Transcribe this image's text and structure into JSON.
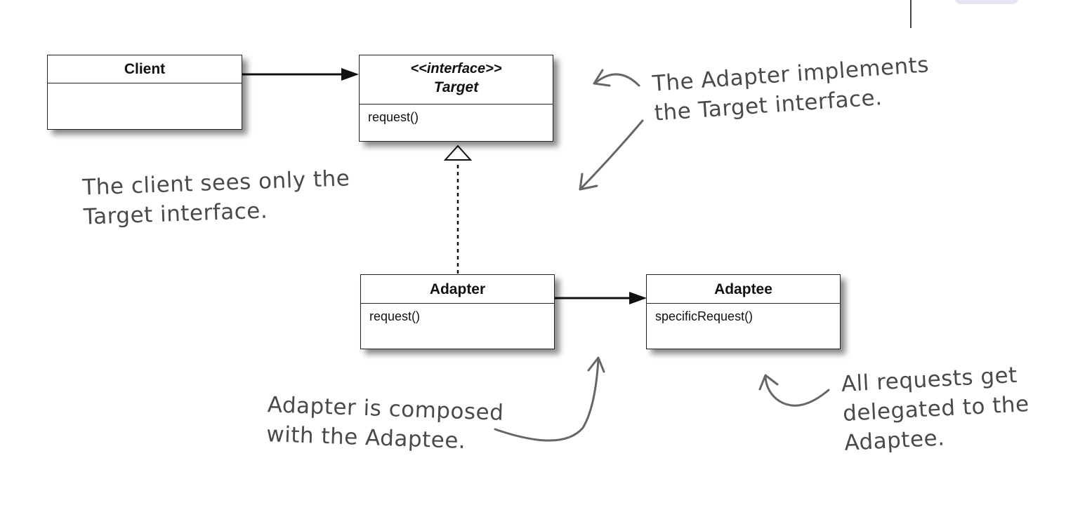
{
  "classes": {
    "client": {
      "name": "Client"
    },
    "target": {
      "stereotype": "<<interface>>",
      "name": "Target",
      "method": "request()"
    },
    "adapter": {
      "name": "Adapter",
      "method": "request()"
    },
    "adaptee": {
      "name": "Adaptee",
      "method": "specificRequest()"
    }
  },
  "notes": {
    "client_sees": [
      "The client sees only the",
      "Target interface."
    ],
    "adapter_implements": [
      "The Adapter implements",
      "the Target interface."
    ],
    "adapter_composed": [
      "Adapter is composed",
      "with the Adaptee."
    ],
    "requests_delegated": [
      "All requests get",
      "delegated to the",
      "Adaptee."
    ]
  },
  "colors": {
    "line": "#111111",
    "note_text": "#4a4a4a",
    "note_arrow": "#666666"
  }
}
